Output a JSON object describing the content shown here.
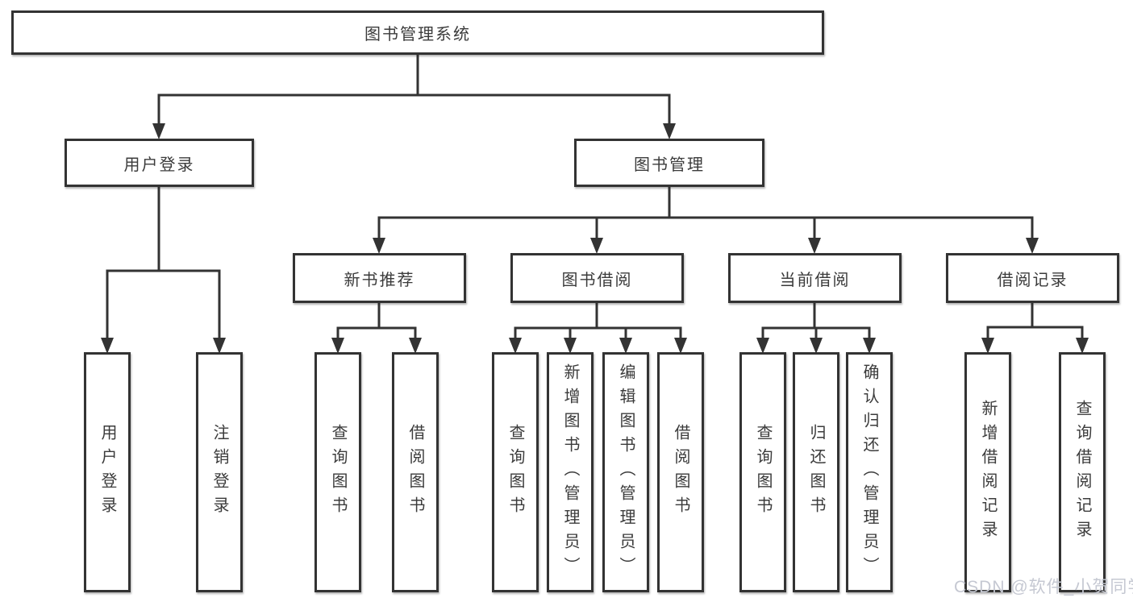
{
  "diagram": {
    "tree": {
      "label": "图书管理系统",
      "children": [
        {
          "label": "用户登录",
          "children": [
            {
              "label": "用户登录"
            },
            {
              "label": "注销登录"
            }
          ]
        },
        {
          "label": "图书管理",
          "children": [
            {
              "label": "新书推荐",
              "children": [
                {
                  "label": "查询图书"
                },
                {
                  "label": "借阅图书"
                }
              ]
            },
            {
              "label": "图书借阅",
              "children": [
                {
                  "label": "查询图书"
                },
                {
                  "label": "新增图书（管理员）"
                },
                {
                  "label": "编辑图书（管理员）"
                },
                {
                  "label": "借阅图书"
                }
              ]
            },
            {
              "label": "当前借阅",
              "children": [
                {
                  "label": "查询图书"
                },
                {
                  "label": "归还图书"
                },
                {
                  "label": "确认归还（管理员）"
                }
              ]
            },
            {
              "label": "借阅记录",
              "children": [
                {
                  "label": "新增借阅记录"
                },
                {
                  "label": "查询借阅记录"
                }
              ]
            }
          ]
        }
      ]
    },
    "colors": {
      "line": "#333333",
      "box_border": "#333333",
      "box_background": "#FFFFFF",
      "text": "#3B3B3B",
      "watermark": "#C5C8D2"
    }
  },
  "watermark": {
    "text": "CSDN @软件_小贺同学"
  }
}
